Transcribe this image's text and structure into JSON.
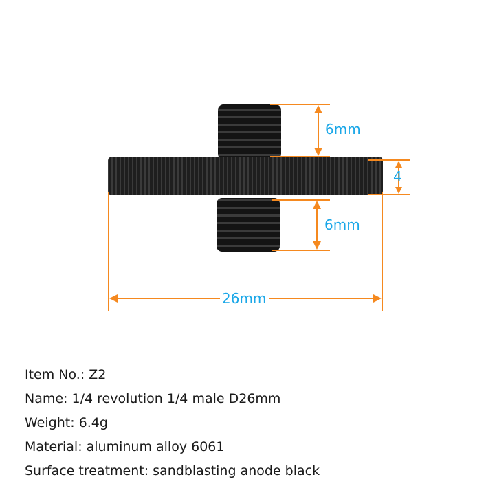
{
  "diagram": {
    "dimensions": {
      "top_thread_height": "6mm",
      "disc_thickness": "4",
      "bottom_thread_height": "6mm",
      "diameter": "26mm"
    },
    "colors": {
      "dimension_line": "#f5891f",
      "dimension_text": "#1aa7e8",
      "part": "#1c1c1c"
    }
  },
  "specs": [
    {
      "label": "Item No.: Z2"
    },
    {
      "label": "Name: 1/4 revolution 1/4 male D26mm"
    },
    {
      "label": "Weight: 6.4g"
    },
    {
      "label": "Material: aluminum alloy 6061"
    },
    {
      "label": "Surface treatment: sandblasting anode black"
    }
  ]
}
